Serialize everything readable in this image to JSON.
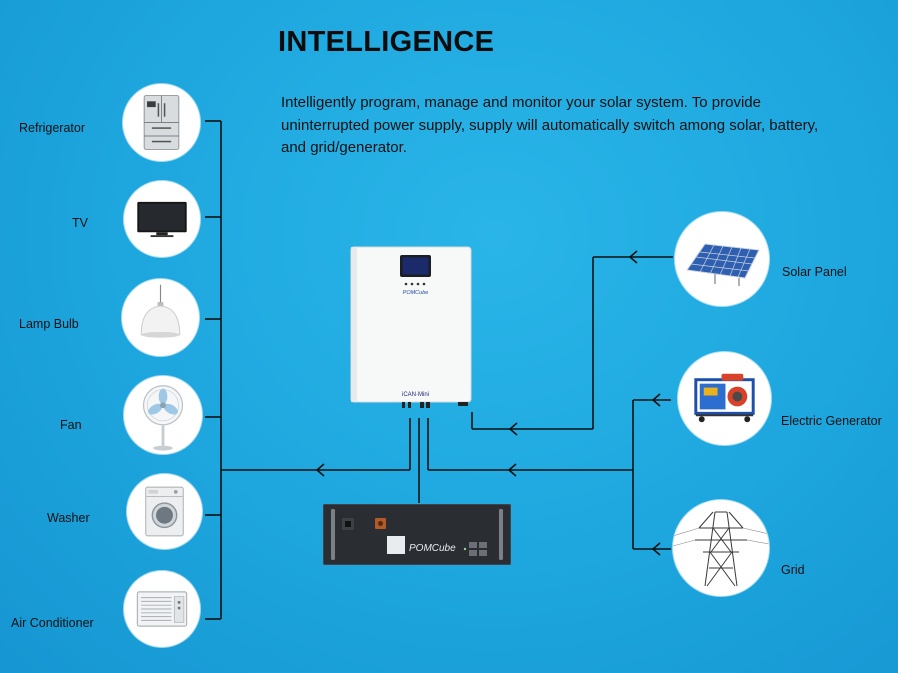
{
  "title": "INTELLIGENCE",
  "description": "Intelligently program, manage and monitor your solar system. To provide uninterrupted power supply, supply will automatically switch among solar, battery, and grid/generator.",
  "loads": [
    {
      "label": "Refrigerator",
      "icon": "refrigerator-icon"
    },
    {
      "label": "TV",
      "icon": "tv-icon"
    },
    {
      "label": "Lamp Bulb",
      "icon": "lamp-bulb-icon"
    },
    {
      "label": "Fan",
      "icon": "fan-icon"
    },
    {
      "label": "Washer",
      "icon": "washer-icon"
    },
    {
      "label": "Air Conditioner",
      "icon": "air-conditioner-icon"
    }
  ],
  "sources": [
    {
      "label": "Solar Panel",
      "icon": "solar-panel-icon"
    },
    {
      "label": "Electric Generator",
      "icon": "electric-generator-icon"
    },
    {
      "label": "Grid",
      "icon": "grid-tower-icon"
    }
  ],
  "inverter": {
    "brand": "POMCube",
    "model": "iCAN·Mini"
  },
  "battery": {
    "brand": "POMCube"
  },
  "colors": {
    "background": "#1fa9e0",
    "wire": "#111111",
    "screen": "#1b2a6b"
  }
}
